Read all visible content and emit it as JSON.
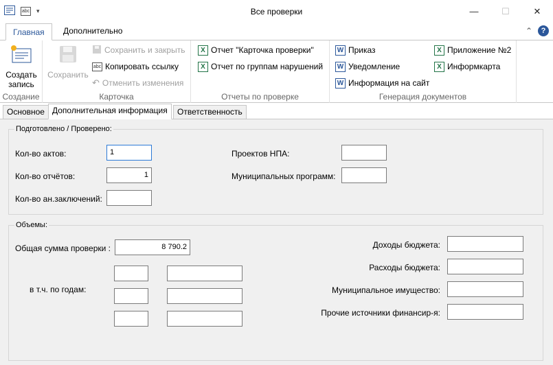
{
  "window": {
    "title": "Все проверки",
    "qat_icons": [
      "form-icon",
      "abc-icon",
      "dropdown-arrow-icon"
    ]
  },
  "ribbon_tabs": [
    "Главная",
    "Дополнительно"
  ],
  "ribbon": {
    "creation": {
      "label": "Создание",
      "create_label": "Создать запись"
    },
    "card": {
      "label": "Карточка",
      "save_label": "Сохранить",
      "save_close_label": "Сохранить и закрыть",
      "copy_link_label": "Копировать ссылку",
      "cancel_changes_label": "Отменить изменения"
    },
    "reports": {
      "label": "Отчеты по проверке",
      "report_card_label": "Отчет \"Карточка проверки\"",
      "report_groups_label": "Отчет по группам нарушений"
    },
    "docgen": {
      "label": "Генерация документов",
      "order_label": "Приказ",
      "notice_label": "Уведомление",
      "site_info_label": "Информация на сайт",
      "appendix2_label": "Приложение №2",
      "infocard_label": "Информкарта"
    }
  },
  "form_tabs": [
    "Основное",
    "Дополнительная информация",
    "Ответственность"
  ],
  "prepared": {
    "legend": "Подготовлено / Проверено:",
    "acts_label": "Кол-во актов:",
    "acts_value": "1",
    "reports_label": "Кол-во отчётов:",
    "reports_value": "1",
    "conclusions_label": "Кол-во ан.заключений:",
    "conclusions_value": "",
    "npa_label": "Проектов НПА:",
    "npa_value": "",
    "municipal_label": "Муниципальных программ:",
    "municipal_value": ""
  },
  "volumes": {
    "legend": "Объемы:",
    "total_label": "Общая сумма проверки :",
    "total_value": "8 790.2",
    "by_years_label": "в т.ч. по годам:",
    "income_label": "Доходы бюджета:",
    "expense_label": "Расходы бюджета:",
    "property_label": "Муниципальное имущество:",
    "other_label": "Прочие источники финансир-я:"
  },
  "colors": {
    "accent": "#2b579a",
    "excel": "#217346",
    "panel_bg": "#f0f0f0"
  }
}
